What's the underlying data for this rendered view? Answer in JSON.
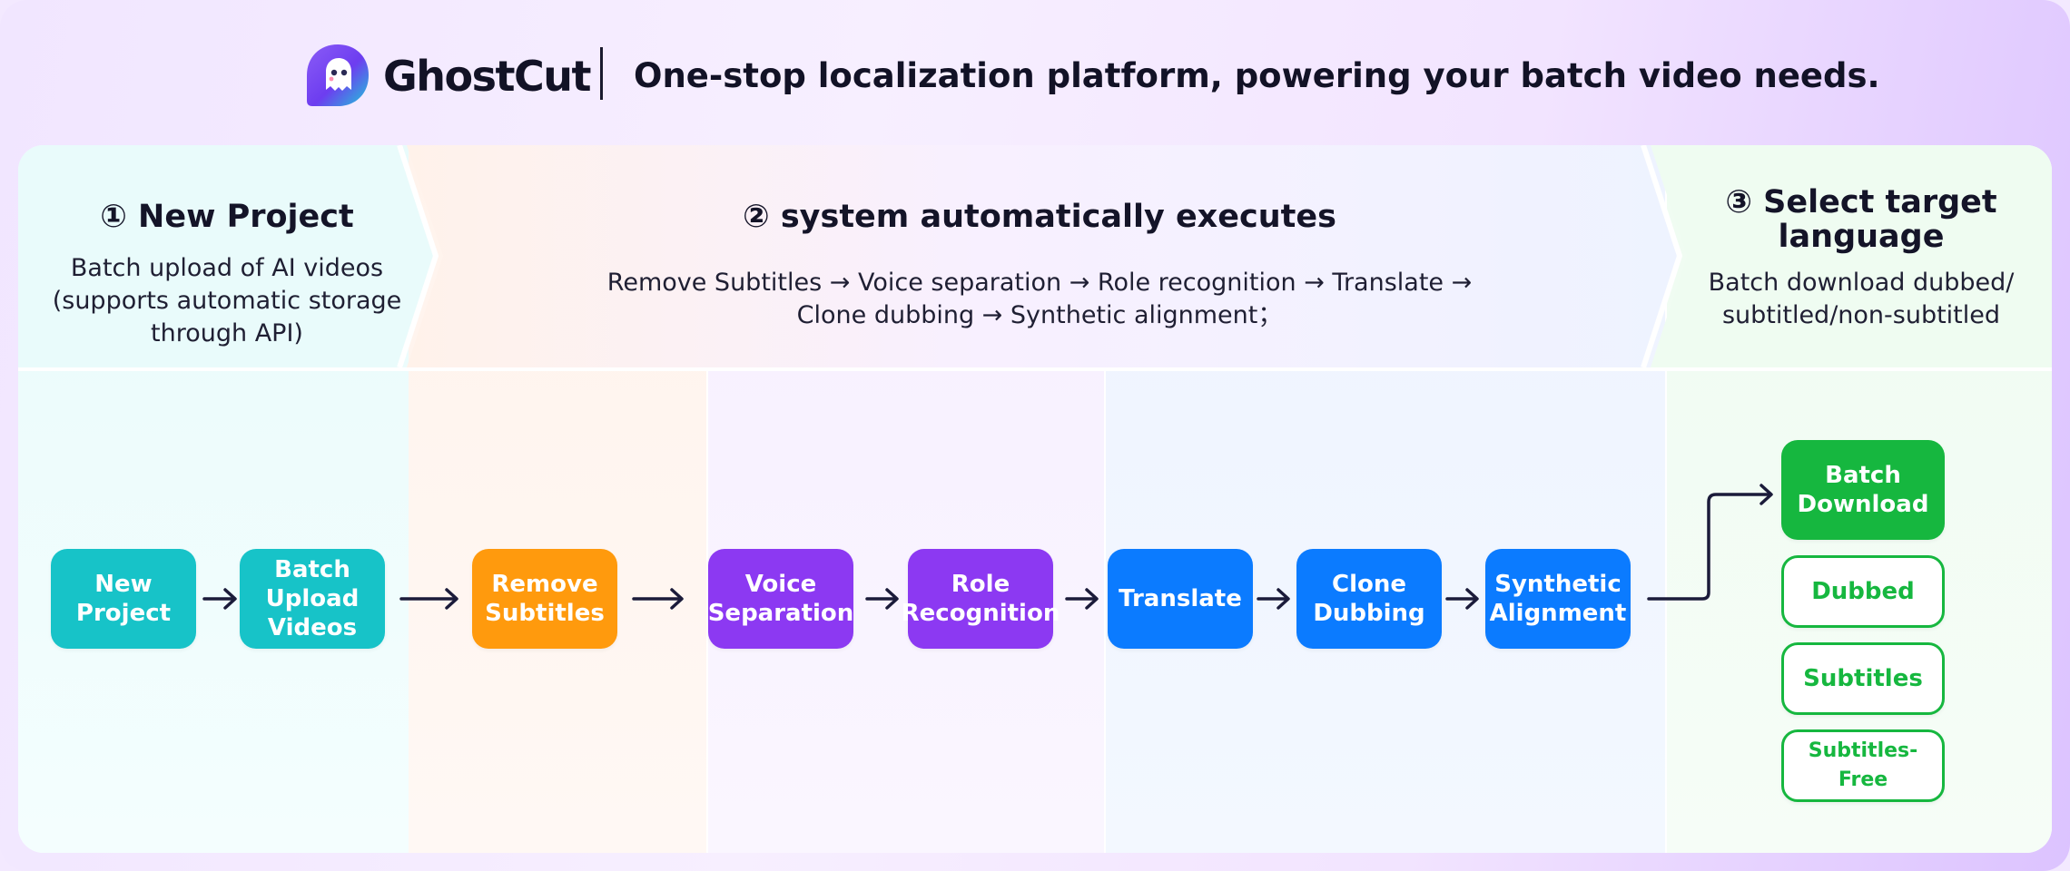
{
  "header": {
    "brand": "GhostCut",
    "tagline": "One-stop localization platform, powering your batch video needs."
  },
  "steps": [
    {
      "title": "① New Project",
      "desc": [
        "Batch upload of AI videos",
        "(supports automatic storage",
        "through API)"
      ]
    },
    {
      "title": "② system automatically executes",
      "desc": [
        "Remove Subtitles → Voice separation → Role recognition → Translate →",
        "Clone dubbing → Synthetic alignment；"
      ]
    },
    {
      "title": [
        "③ Select target",
        "language"
      ],
      "desc": [
        "Batch download dubbed/",
        "subtitled/non-subtitled"
      ]
    }
  ],
  "nodes": {
    "new_project": "New\nProject",
    "batch_upload": "Batch\nUpload\nVideos",
    "remove_subtitles": "Remove\nSubtitles",
    "voice_separation": "Voice\nSeparation",
    "role_recognition": "Role\nRecognition",
    "translate": "Translate",
    "clone_dubbing": "Clone\nDubbing",
    "synthetic_alignment": "Synthetic\nAlignment",
    "batch_download": "Batch\nDownload",
    "dubbed": "Dubbed",
    "subtitles": "Subtitles",
    "subtitles_free": "Subtitles-Free"
  },
  "colors": {
    "teal": "#17c3c8",
    "orange": "#ff9a0d",
    "purple": "#8c39f2",
    "blue": "#0b7bff",
    "green": "#16b73f",
    "arrow": "#1b1b3a"
  }
}
